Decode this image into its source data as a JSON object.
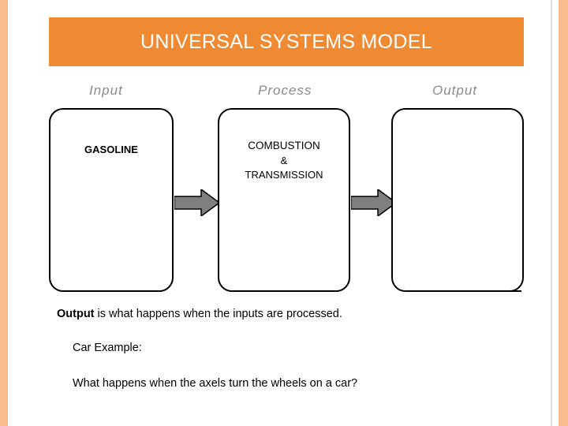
{
  "slide": {
    "title": "UNIVERSAL SYSTEMS MODEL",
    "title_bg_color": "#f08a32",
    "title_text_color": "#ffffff",
    "edge_bar_color": "#f9bc8c",
    "background_color": "#ffffff"
  },
  "diagram": {
    "type": "flow",
    "headings": {
      "input": "Input",
      "process": "Process",
      "output": "Output"
    },
    "boxes": [
      {
        "id": "input",
        "label": "GASOLINE"
      },
      {
        "id": "process",
        "label_line_1": "COMBUSTION",
        "label_line_2": "&",
        "label_line_3": "TRANSMISSION"
      },
      {
        "id": "output",
        "label": ""
      }
    ],
    "connectors": [
      {
        "from": "input",
        "to": "process",
        "style": "block-arrow-right"
      },
      {
        "from": "process",
        "to": "output",
        "style": "block-arrow-right"
      }
    ]
  },
  "body": {
    "definition_bold": "Output",
    "definition_rest": " is what happens when the inputs are processed.",
    "example_label": "Car Example:",
    "question": "What happens when the axels turn the wheels on a car?"
  }
}
